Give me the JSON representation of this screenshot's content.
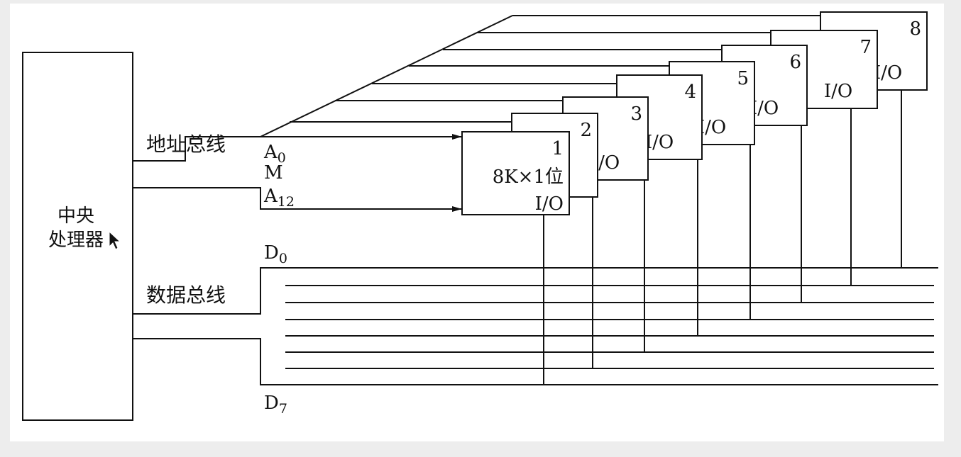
{
  "cpu": {
    "label_line1": "中央",
    "label_line2": "处理器"
  },
  "address_bus": {
    "label": "地址总线",
    "pin_first": "A",
    "pin_first_sub": "0",
    "pin_mid": "M",
    "pin_last": "A",
    "pin_last_sub": "12"
  },
  "data_bus": {
    "label": "数据总线",
    "pin_first": "D",
    "pin_first_sub": "0",
    "pin_last": "D",
    "pin_last_sub": "7"
  },
  "chips": [
    {
      "number": "1",
      "capacity": "8K×1位",
      "io": "I/O"
    },
    {
      "number": "2",
      "io": "I/O"
    },
    {
      "number": "3",
      "io": "I/O"
    },
    {
      "number": "4",
      "io": "I/O"
    },
    {
      "number": "5",
      "io": "I/O"
    },
    {
      "number": "6",
      "io": "I/O"
    },
    {
      "number": "7",
      "io": "I/O"
    },
    {
      "number": "8",
      "io": "I/O"
    }
  ],
  "colors": {
    "line": "#111111",
    "background": "#ffffff",
    "frame": "#ededed"
  }
}
